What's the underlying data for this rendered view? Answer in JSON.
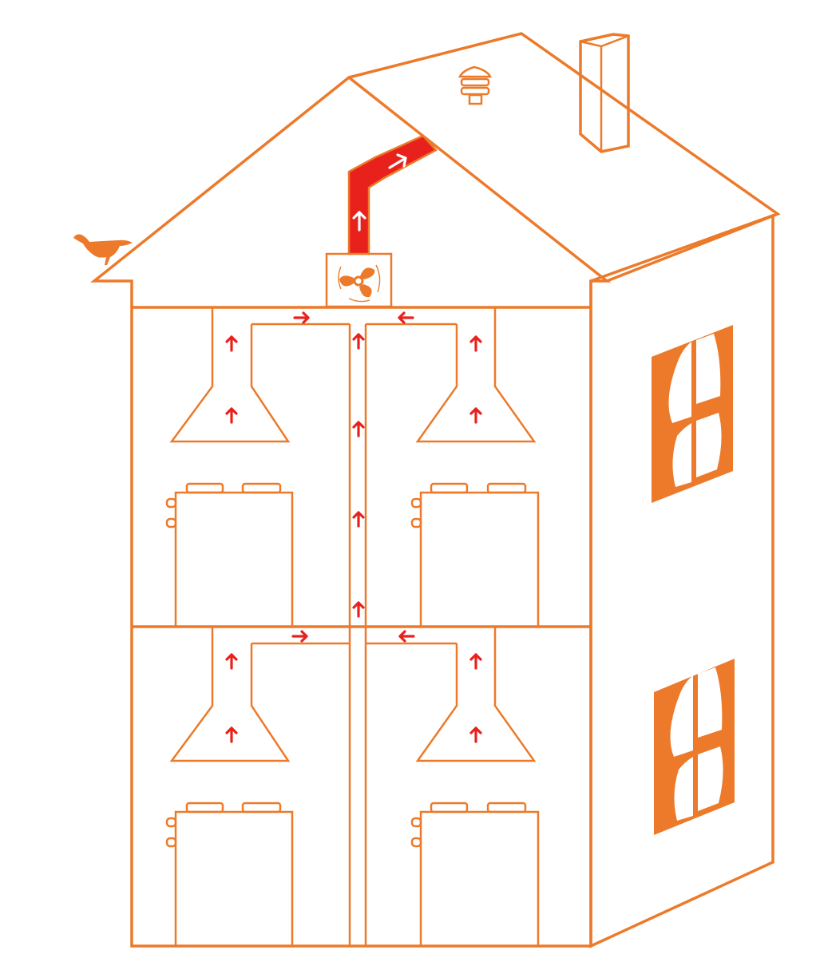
{
  "colors": {
    "outline": "#ec7a2a",
    "airflow": "#e8211c",
    "duct_fill": "#e8211c",
    "background": "#ffffff"
  },
  "icons": {
    "fan": "fan-icon",
    "bird": "bird-icon",
    "roof_vent": "roof-vent-icon",
    "chimney": "chimney-icon",
    "airflow_arrow": "arrow-icon"
  },
  "building": {
    "floors": 2,
    "units_per_floor": 2,
    "range_hoods": 4,
    "stoves": 4,
    "side_windows": 2
  }
}
